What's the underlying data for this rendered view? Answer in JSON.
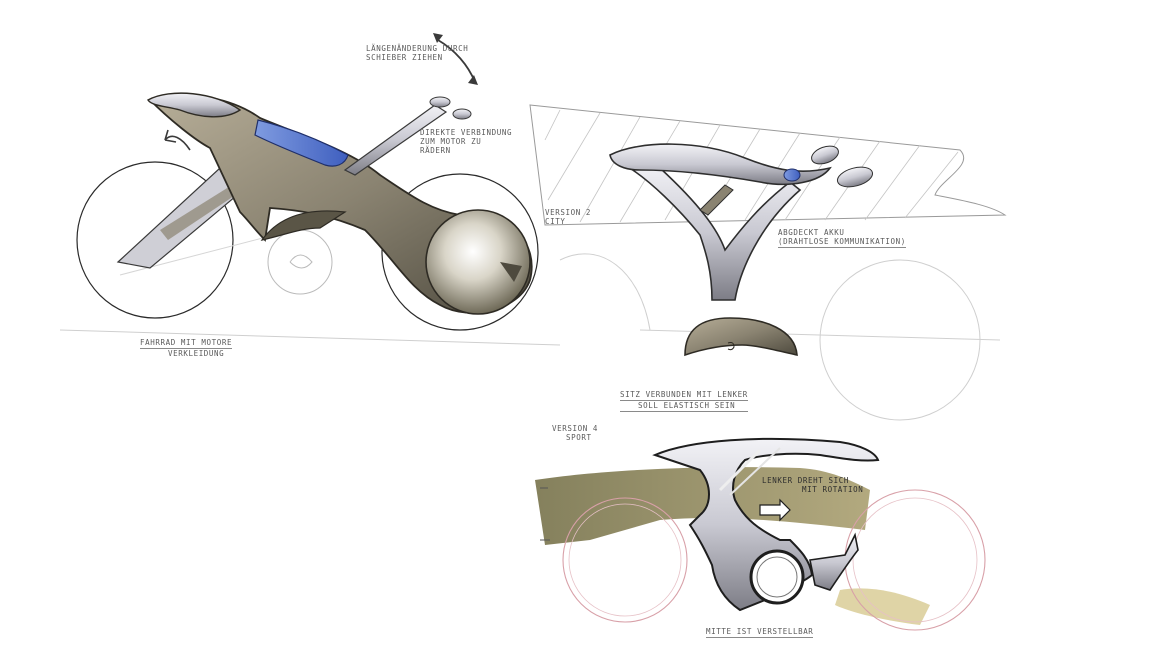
{
  "notes": {
    "laenge": {
      "line1": "LÄNGENÄNDERUNG DURCH",
      "line2": "SCHIEBER ZIEHEN"
    },
    "direkte": {
      "line1": "DIREKTE VERBINDUNG",
      "line2": "ZUM MOTOR ZU",
      "line3": "RÄDERN"
    },
    "fahrrad": {
      "line1": "FAHRRAD MIT MOTORE",
      "line2": "VERKLEIDUNG"
    },
    "version2": {
      "line1": "VERSION 2",
      "line2": "CITY"
    },
    "akku": {
      "line1": "ABGDECKT AKKU",
      "line2": "(DRAHTLOSE KOMMUNIKATION)"
    },
    "sitz": {
      "line1": "SITZ VERBUNDEN MIT LENKER",
      "line2": "SOLL ELASTISCH SEIN"
    },
    "version4": {
      "line1": "VERSION 4",
      "line2": "SPORT"
    },
    "lenker": {
      "line1": "LENKER DREHT SICH",
      "line2": "MIT ROTATION"
    },
    "mitte": {
      "line1": "MITTE IST VERSTELLBAR"
    }
  },
  "colors": {
    "body_brown": "#8a8371",
    "body_dark": "#4e4a3e",
    "battery_blue": "#5b7fd6",
    "olive_marker": "#7b7348",
    "yellow_marker": "#c9b86a",
    "wheel_red": "#d8a0a8",
    "pencil": "#9a9a9a"
  },
  "icons": [
    "curved-double-arrow-icon",
    "back-arrow-icon",
    "forward-arrow-icon"
  ]
}
